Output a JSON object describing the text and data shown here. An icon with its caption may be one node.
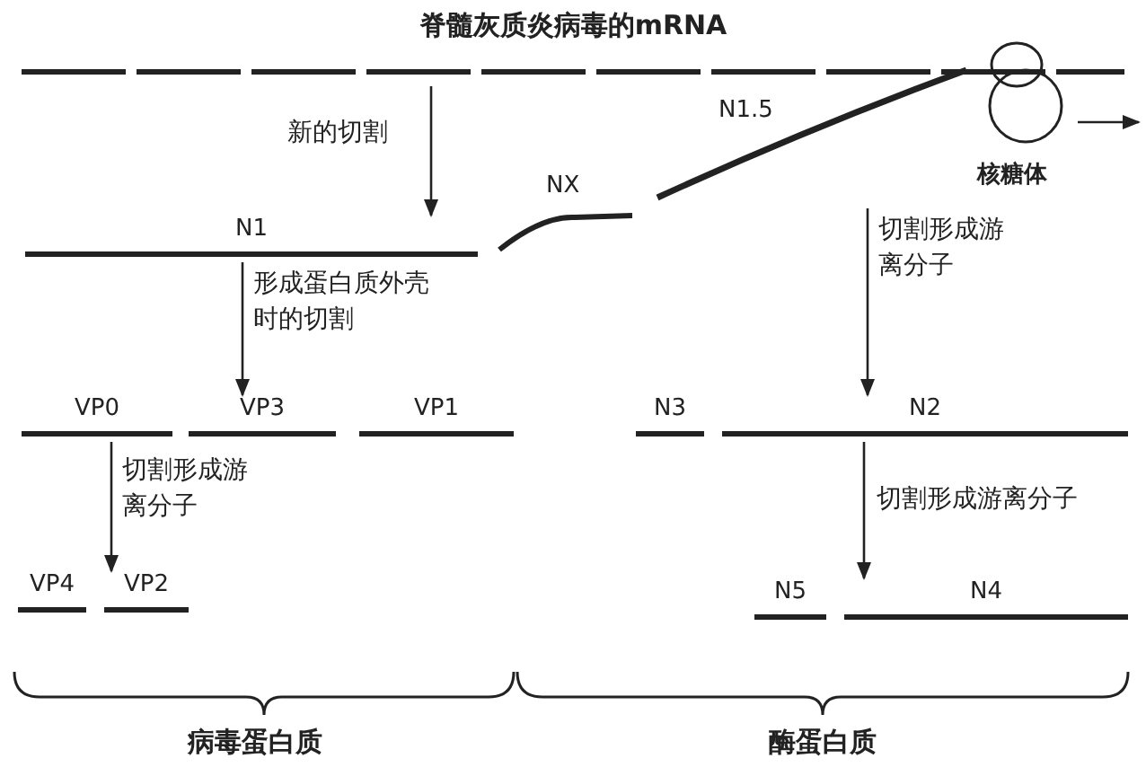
{
  "diagram": {
    "nodes": [
      {
        "text": [
          "脊髓灰质炎病毒的mRNA"
        ]
      },
      {
        "text": [
          "核糖体"
        ]
      },
      {
        "text": [
          "N1.5"
        ]
      },
      {
        "text": [
          "NX"
        ]
      },
      {
        "text": [
          "N1"
        ]
      },
      {
        "text": [
          "VP0"
        ]
      },
      {
        "text": [
          "VP3"
        ]
      },
      {
        "text": [
          "VP1"
        ]
      },
      {
        "text": [
          "N3"
        ]
      },
      {
        "text": [
          "N2"
        ]
      },
      {
        "text": [
          "VP4"
        ]
      },
      {
        "text": [
          "VP2"
        ]
      },
      {
        "text": [
          "N5"
        ]
      },
      {
        "text": [
          "N4"
        ]
      }
    ],
    "edges": [
      {
        "from": 0,
        "to": 4,
        "arrow": "to",
        "label": "新的切割"
      },
      {
        "from": 4,
        "to": 6,
        "arrow": "to",
        "label": "形成蛋白质外壳时的切割"
      },
      {
        "from": 2,
        "to": 9,
        "arrow": "to",
        "label": "切割形成游离分子"
      },
      {
        "from": 5,
        "to": 11,
        "arrow": "to",
        "label": "切割形成游离分子"
      },
      {
        "from": 9,
        "to": 13,
        "arrow": "to",
        "label": "切割形成游离分子"
      },
      {
        "from": 1,
        "to": null,
        "arrow": "to"
      }
    ],
    "labels": [
      "病毒蛋白质",
      "酶蛋白质"
    ]
  }
}
